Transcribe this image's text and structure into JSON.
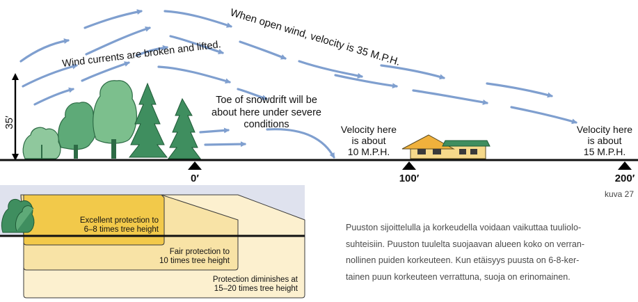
{
  "height_label": "35′",
  "wind_labels": {
    "open_wind": "When open wind, velocity is 35 M.P.H.",
    "broken": "Wind currents are broken and lifted."
  },
  "snowdrift_note": [
    "Toe of snowdrift will be",
    "about here under severe",
    "conditions"
  ],
  "velocity_100": [
    "Velocity here",
    "is about",
    "10 M.P.H."
  ],
  "velocity_200": [
    "Velocity here",
    "is about",
    "15 M.P.H."
  ],
  "distance_markers": [
    "0′",
    "100′",
    "200′"
  ],
  "figure_number": "kuva 27",
  "protection_zones": {
    "excellent": [
      "Excellent protection to",
      "6–8 times tree height"
    ],
    "fair": [
      "Fair protection to",
      "10 times tree height"
    ],
    "diminishes": [
      "Protection diminishes at",
      "15–20 times tree height"
    ]
  },
  "caption_lines": [
    "Puuston sijoittelulla ja korkeudella voidaan vaikuttaa tuuliolo-",
    "suhteisiin. Puuston tuulelta suojaavan alueen koko on verran-",
    "nollinen puiden korkeuteen. Kun etäisyys puusta on 6-8-ker-",
    "tainen puun korkeuteen verrattuna, suoja on erinomainen."
  ],
  "colors": {
    "wind_arrow": "#7f9fcf",
    "excellent_zone": "#f2c94a",
    "fair_zone": "#f8e3a6",
    "diminish_zone": "#fcf0cf",
    "sky_band": "#dfe2ee",
    "tree_dark": "#3f8e5f",
    "tree_light": "#8fc89d",
    "house_roof": "#f0b13c"
  }
}
